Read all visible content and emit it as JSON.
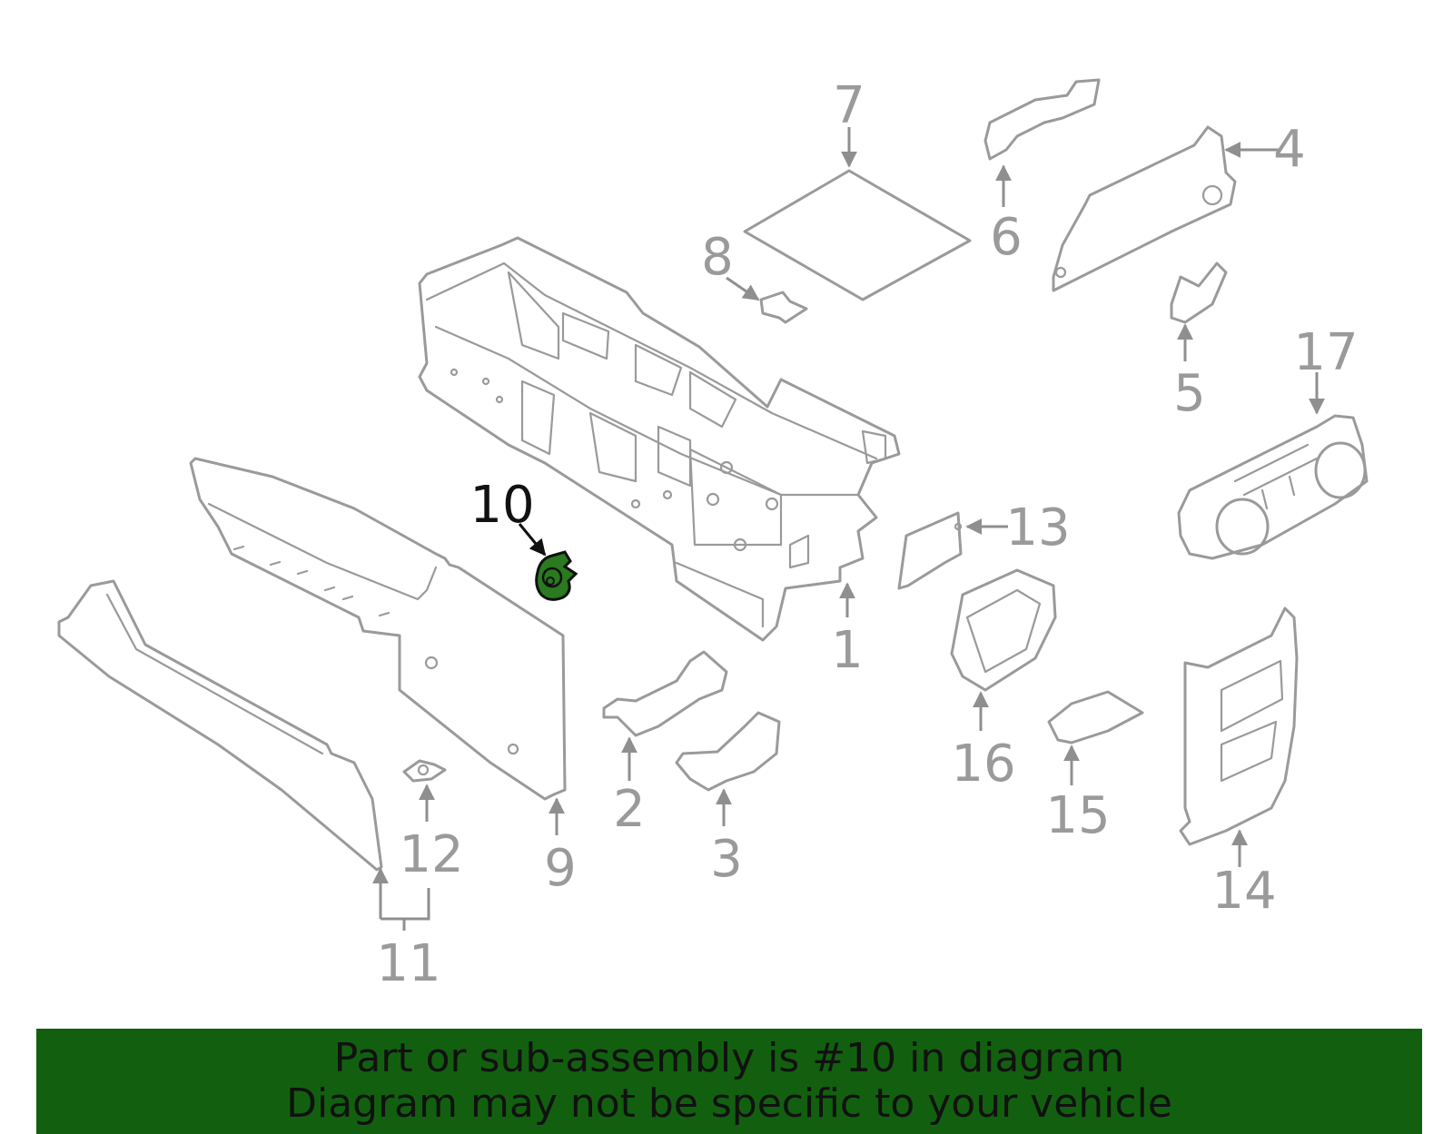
{
  "diagram": {
    "highlight_color": "#1f7a1f",
    "part_color": "#9a9a9a",
    "highlighted_part": "10",
    "callouts": {
      "c1": "1",
      "c2": "2",
      "c3": "3",
      "c4": "4",
      "c5": "5",
      "c6": "6",
      "c7": "7",
      "c8": "8",
      "c9": "9",
      "c10": "10",
      "c11": "11",
      "c12": "12",
      "c13": "13",
      "c14": "14",
      "c15": "15",
      "c16": "16",
      "c17": "17"
    }
  },
  "banner": {
    "line1": "Part or sub-assembly is #10 in diagram",
    "line2": "Diagram may not be specific to your vehicle",
    "background": "#12600f"
  }
}
